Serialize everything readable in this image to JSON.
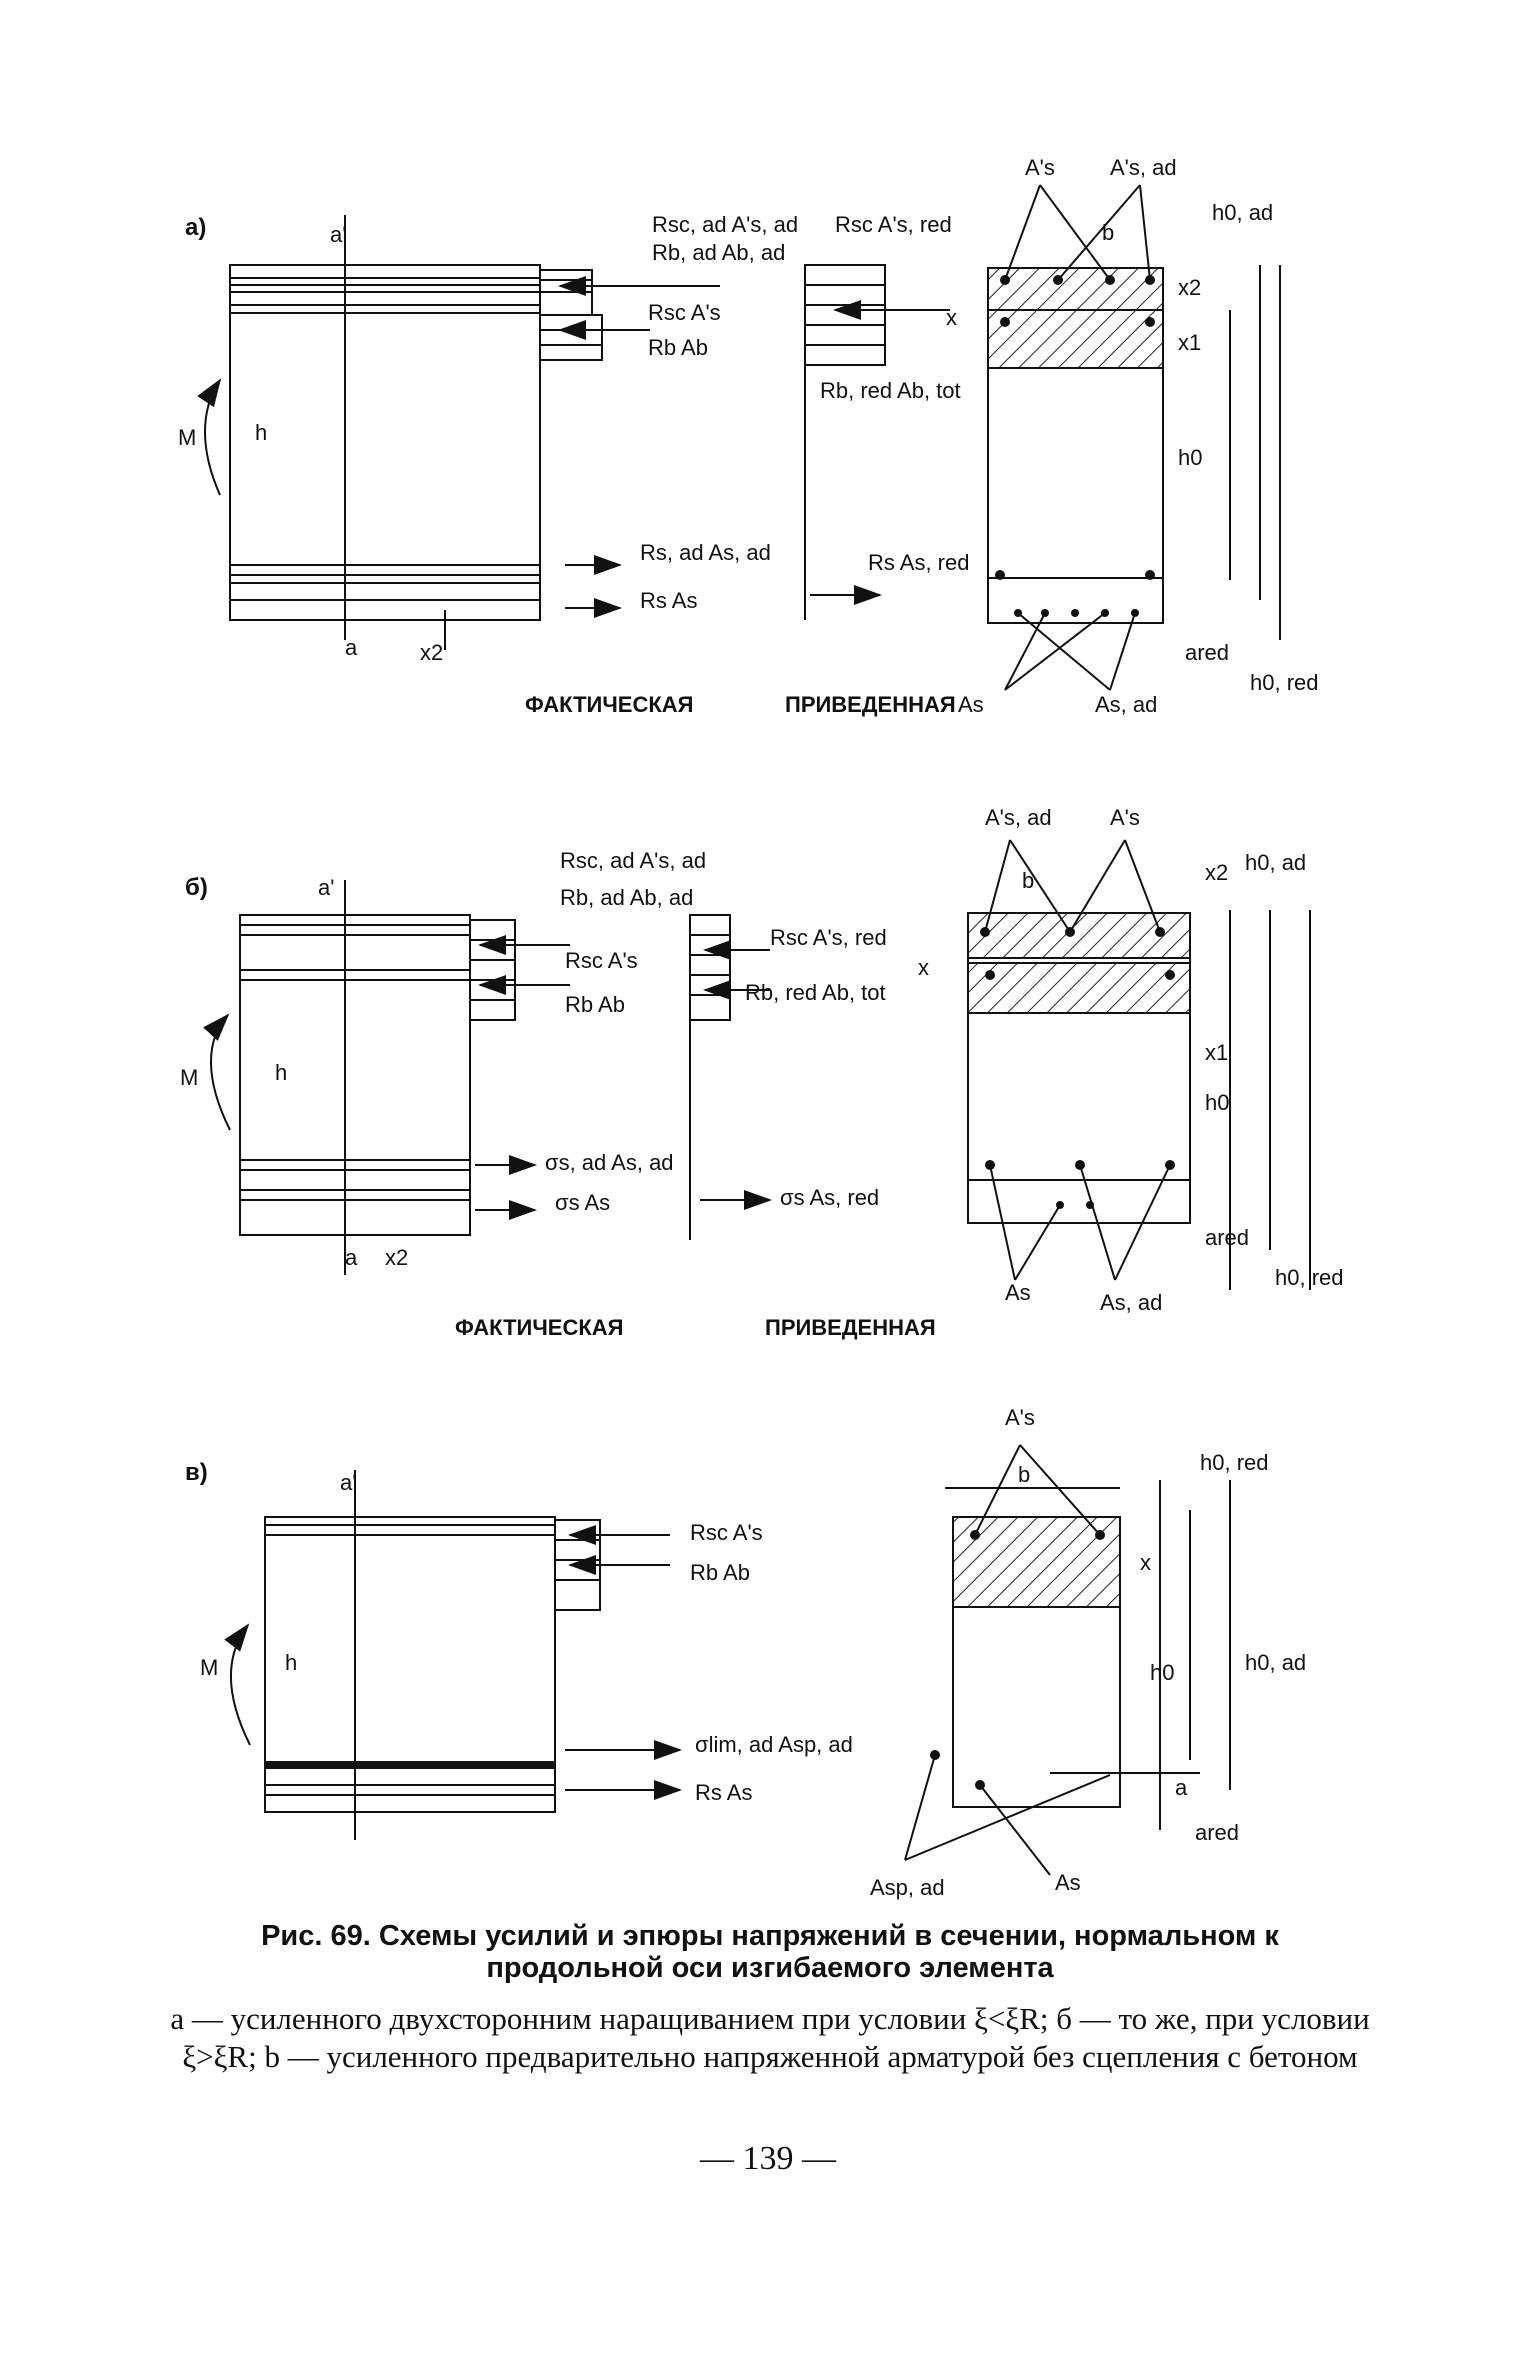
{
  "figure": {
    "panel_a": {
      "letter": "а)",
      "left_labels": {
        "a_top": "a'",
        "h": "h",
        "M": "M",
        "a_bot": "a",
        "x2": "x2"
      },
      "forces_left": [
        "Rsc, ad A's, ad",
        "Rb, ad Ab, ad",
        "Rsc A's",
        "Rb Ab",
        "Rs, ad As, ad",
        "Rs As"
      ],
      "forces_mid": [
        "Rsc A's, red",
        "Rb, red Ab, tot",
        "Rs As, red"
      ],
      "sect_labels": {
        "As_top": "A's",
        "As_ad_top": "A's, ad",
        "b": "b",
        "x": "x",
        "x1": "x1",
        "x2": "x2",
        "h0": "h0",
        "h0_ad": "h0, ad",
        "a_red": "ared",
        "h0_red": "h0, red",
        "As_bot": "As",
        "As_ad_bot": "As, ad"
      },
      "cap_left": "ФАКТИЧЕСКАЯ",
      "cap_right": "ПРИВЕДЕННАЯ"
    },
    "panel_b": {
      "letter": "б)",
      "left_labels": {
        "a_top": "a'",
        "h": "h",
        "M": "M",
        "a_bot": "a",
        "x2": "x2"
      },
      "forces_left": [
        "Rsc, ad A's, ad",
        "Rb, ad Ab, ad",
        "Rsc A's",
        "Rb Ab",
        "σs, ad As, ad",
        "σs As"
      ],
      "forces_mid": [
        "Rsc A's, red",
        "Rb, red Ab, tot",
        "σs As, red"
      ],
      "sect_labels": {
        "As_ad_top": "A's, ad",
        "As_top": "A's",
        "b": "b",
        "x": "x",
        "x1": "x1",
        "x2": "x2",
        "h0": "h0",
        "h0_ad": "h0, ad",
        "a_red": "ared",
        "h0_red": "h0, red",
        "As_bot": "As",
        "As_ad_bot": "As, ad"
      },
      "cap_left": "ФАКТИЧЕСКАЯ",
      "cap_right": "ПРИВЕДЕННАЯ"
    },
    "panel_c": {
      "letter": "в)",
      "left_labels": {
        "a_top": "a'",
        "h": "h",
        "M": "M"
      },
      "forces_left": [
        "Rsc A's",
        "Rb Ab",
        "σlim, ad Asp, ad",
        "Rs As"
      ],
      "sect_labels": {
        "As_top": "A's",
        "b": "b",
        "x": "x",
        "h0": "h0",
        "h0_red": "h0, red",
        "h0_ad": "h0, ad",
        "a": "a",
        "a_red": "ared",
        "Asp_ad": "Asp, ad",
        "As": "As"
      }
    }
  },
  "caption": {
    "title": "Рис. 69. Схемы усилий и эпюры напряжений в сечении, нормальном к продольной оси изгибаемого элемента",
    "text": "а — усиленного двухсторонним наращиванием при условии ξ<ξR; б — то же, при условии ξ>ξR; b — усиленного предварительно напряженной арматурой без сцепления с бетоном"
  },
  "page_number": "— 139 —",
  "colors": {
    "ink": "#111111",
    "paper": "#ffffff"
  }
}
